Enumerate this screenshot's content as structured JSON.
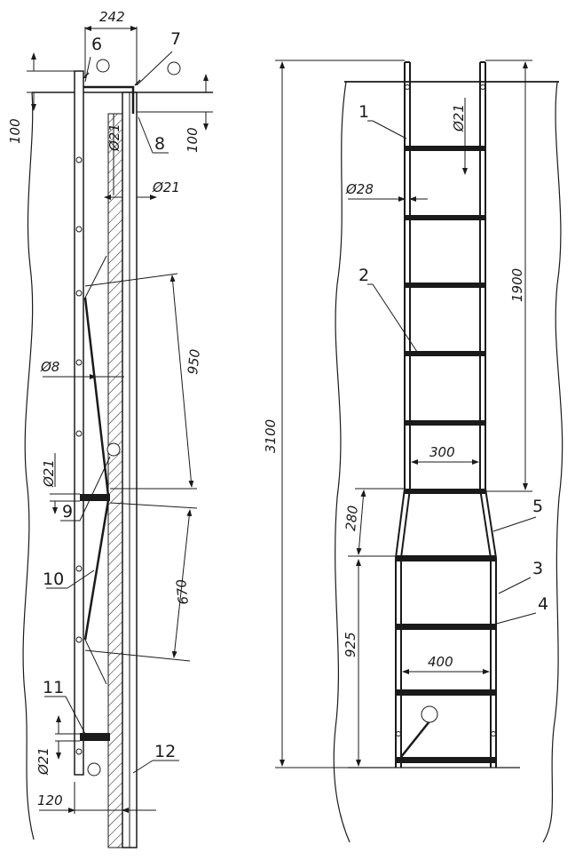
{
  "side_view": {
    "dims": {
      "width_top": "242",
      "top_offset": "100",
      "gap_offset": "100",
      "rod_dia_top": "Ø21",
      "rod_dia_mid": "Ø21",
      "brace_dia": "Ø8",
      "rung_dia": "Ø21",
      "upper_span": "950",
      "lower_span": "670",
      "bottom_dia": "Ø21",
      "bottom_gap": "120"
    },
    "callouts": [
      "6",
      "7",
      "8",
      "9",
      "10",
      "11",
      "12"
    ]
  },
  "front_view": {
    "dims": {
      "total_height": "3100",
      "upper_height": "1900",
      "transition_height": "280",
      "lower_height": "925",
      "upper_width": "300",
      "lower_width": "400",
      "rail_dia": "Ø28",
      "rung_dia": "Ø21"
    },
    "callouts": [
      "1",
      "2",
      "3",
      "4",
      "5"
    ]
  }
}
